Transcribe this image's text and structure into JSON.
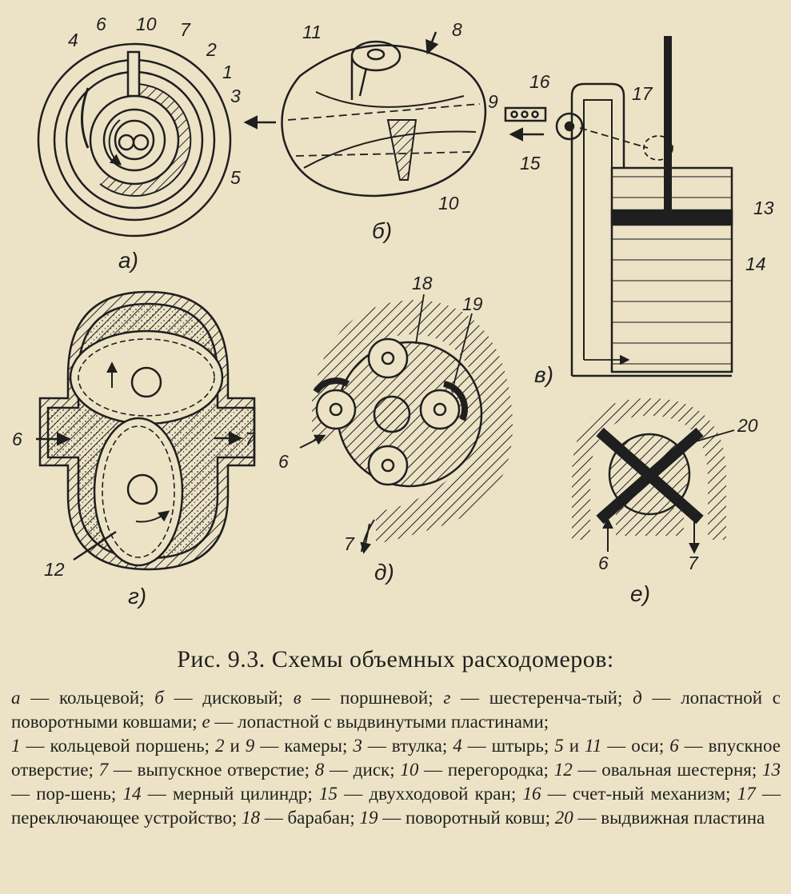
{
  "figure": {
    "subfigures": {
      "a": "а)",
      "b": "б)",
      "v": "в)",
      "g": "г)",
      "d": "д)",
      "e": "е)"
    },
    "callouts": {
      "n1": "1",
      "n2": "2",
      "n3": "3",
      "n4": "4",
      "n5": "5",
      "n6": "6",
      "n7": "7",
      "n8": "8",
      "n9": "9",
      "n10": "10",
      "n11": "11",
      "n12": "12",
      "n13": "13",
      "n14": "14",
      "n15": "15",
      "n16": "16",
      "n17": "17",
      "n18": "18",
      "n19": "19",
      "n20": "20"
    }
  },
  "caption": {
    "title": "Рис. 9.3. Схемы объемных расходомеров:",
    "types": [
      {
        "key": "а",
        "text": " — кольцевой; "
      },
      {
        "key": "б",
        "text": " — дисковый; "
      },
      {
        "key": "в",
        "text": " — поршневой; "
      },
      {
        "key": "г",
        "text": " — шестеренча-тый; "
      },
      {
        "key": "д",
        "text": " — лопастной с поворотными ковшами; "
      },
      {
        "key": "е",
        "text": " — лопастной с выдвинутыми пластинами;"
      }
    ],
    "parts": [
      {
        "key": "1",
        "text": " — кольцевой поршень; "
      },
      {
        "key": "2",
        "text": " и "
      },
      {
        "key": "9",
        "text": " — камеры; "
      },
      {
        "key": "3",
        "text": " — втулка; "
      },
      {
        "key": "4",
        "text": " — штырь; "
      },
      {
        "key": "5",
        "text": " и "
      },
      {
        "key": "11",
        "text": " — оси; "
      },
      {
        "key": "6",
        "text": " — впускное отверстие; "
      },
      {
        "key": "7",
        "text": " — выпускное отверстие; "
      },
      {
        "key": "8",
        "text": " — диск; "
      },
      {
        "key": "10",
        "text": " — перегородка; "
      },
      {
        "key": "12",
        "text": " — овальная шестерня; "
      },
      {
        "key": "13",
        "text": " — пор-шень; "
      },
      {
        "key": "14",
        "text": " — мерный цилиндр; "
      },
      {
        "key": "15",
        "text": " — двухходовой кран; "
      },
      {
        "key": "16",
        "text": " — счет-ный механизм; "
      },
      {
        "key": "17",
        "text": " — переключающее устройство; "
      },
      {
        "key": "18",
        "text": " — барабан; "
      },
      {
        "key": "19",
        "text": " — поворотный ковш; "
      },
      {
        "key": "20",
        "text": " — выдвижная пластина"
      }
    ]
  }
}
